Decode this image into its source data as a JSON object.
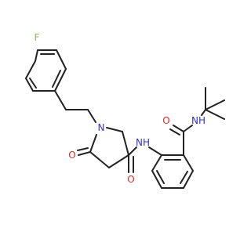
{
  "molecule": {
    "atom_labels": {
      "fluorine": "F",
      "ring_nitrogen": "N",
      "amide_nh": "NH",
      "tert_butyl_nh": "NH",
      "lactam_oxygen": "O",
      "amide_oxygen": "O",
      "benzamide_oxygen": "O"
    }
  },
  "colors": {
    "bond": "#222222",
    "nitrogen": "#3030d8",
    "oxygen": "#e0281e",
    "fluorine": "#8ab64c",
    "background": "#ffffff"
  }
}
